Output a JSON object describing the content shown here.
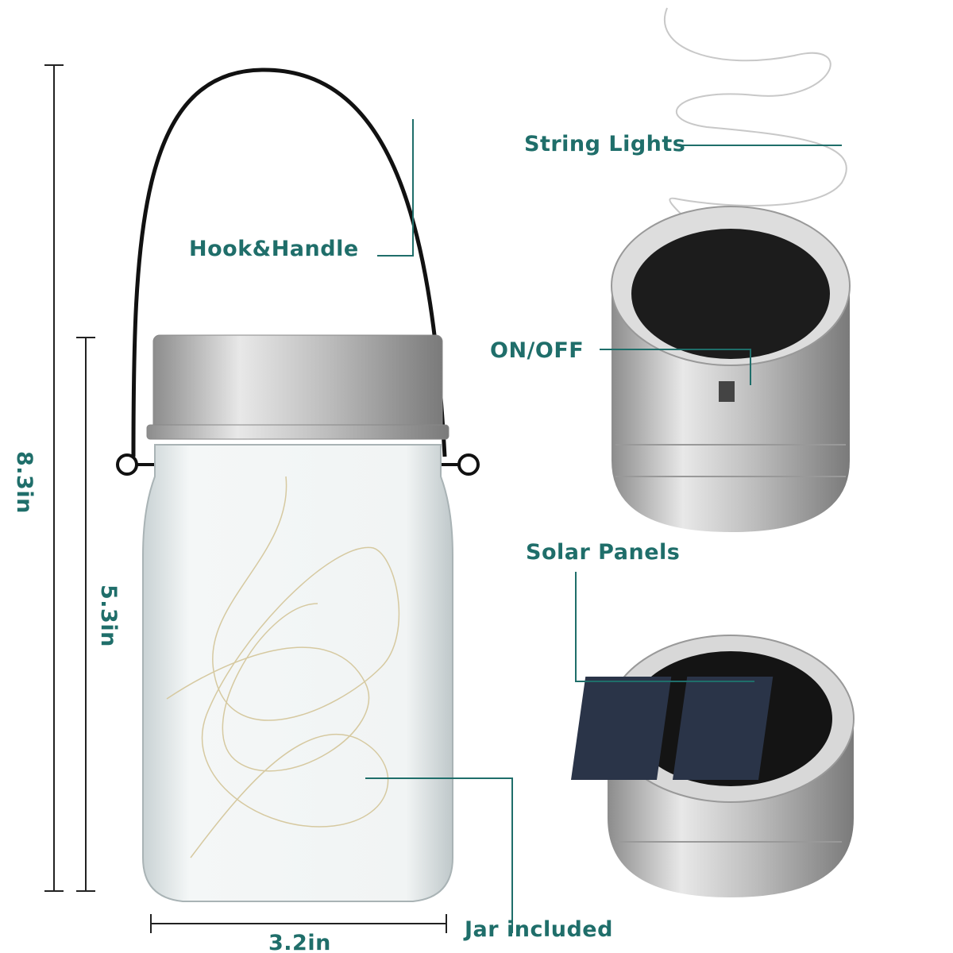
{
  "labels": {
    "string_lights": "String Lights",
    "hook_handle": "Hook&Handle",
    "on_off": "ON/OFF",
    "solar_panels": "Solar Panels",
    "jar_included": "Jar included"
  },
  "dimensions": {
    "total_height": "8.3in",
    "jar_height": "5.3in",
    "jar_width": "3.2in"
  },
  "colors": {
    "accent": "#1f6e6a",
    "dimension_line": "#222222"
  }
}
